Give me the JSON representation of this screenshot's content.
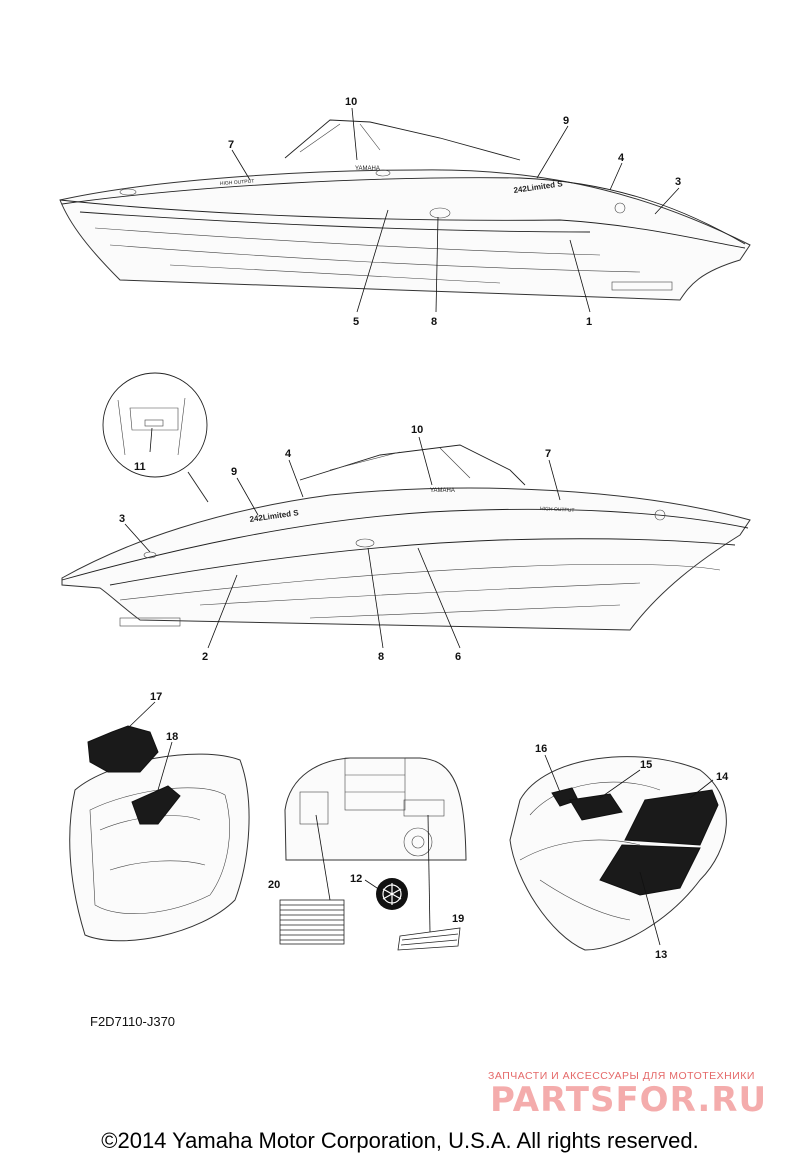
{
  "callouts": {
    "top": [
      "10",
      "9",
      "7",
      "4",
      "3",
      "5",
      "8",
      "1"
    ],
    "middle": [
      "11",
      "10",
      "9",
      "4",
      "7",
      "3",
      "2",
      "8",
      "6"
    ],
    "bottom": [
      "17",
      "18",
      "16",
      "15",
      "14",
      "20",
      "12",
      "19",
      "13"
    ]
  },
  "hull_text": {
    "brand": "YAMAHA",
    "model": "242Limited S",
    "badge": "HIGH OUTPUT"
  },
  "figure_code": "F2D7110-J370",
  "watermark": {
    "tagline": "ЗАПЧАСТИ И АКСЕССУАРЫ ДЛЯ МОТОТЕХНИКИ",
    "logo": "PARTSFOR.RU"
  },
  "copyright": "©2014 Yamaha Motor Corporation, U.S.A. All rights reserved.",
  "colors": {
    "watermark": "#e04e4e",
    "line": "#222222"
  }
}
